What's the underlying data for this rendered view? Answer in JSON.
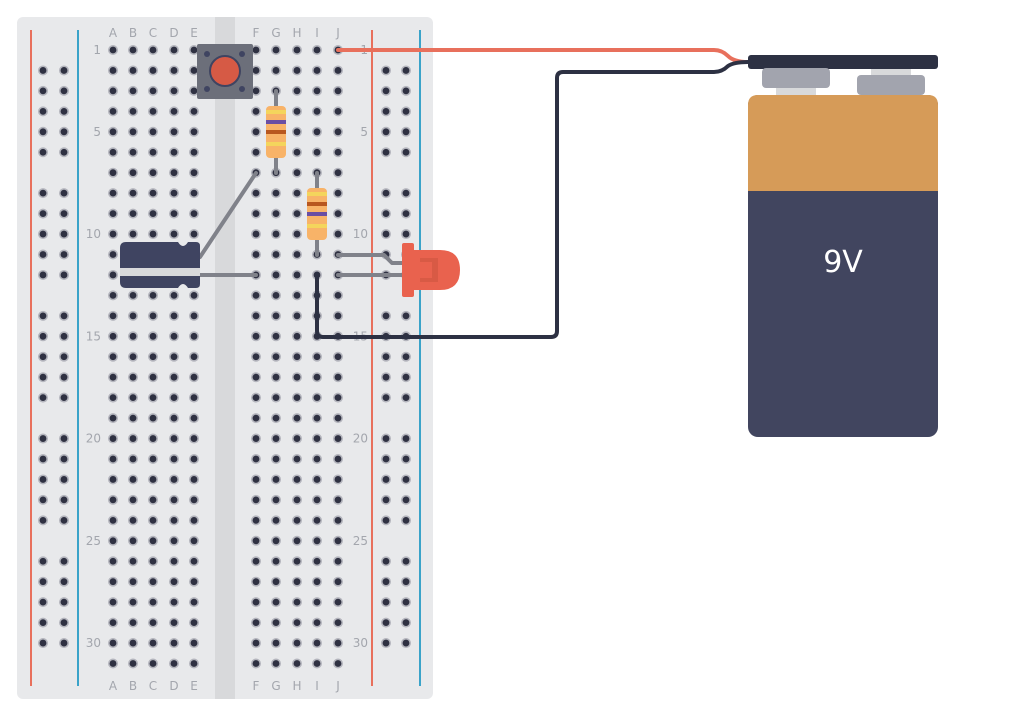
{
  "breadboard": {
    "columns_left": [
      "A",
      "B",
      "C",
      "D",
      "E"
    ],
    "columns_right": [
      "F",
      "G",
      "H",
      "I",
      "J"
    ],
    "row_count": 31,
    "row_numbers": [
      "1",
      "5",
      "10",
      "15",
      "20",
      "25",
      "30"
    ],
    "colors": {
      "board": "#e8e9eb",
      "channel": "#d8d9db",
      "hole": "#2f3142",
      "hole_ring": "#b4b5bd",
      "rail_pos": "#e8705c",
      "rail_neg": "#3aa3c9",
      "label": "#a3a6ad"
    }
  },
  "components": {
    "pushbutton": {
      "label": "push button",
      "color": "#d65a45",
      "body": "#6c6f7a"
    },
    "resistor_1": {
      "label": "resistor",
      "bands": [
        "#f4d55c",
        "#6a4ea3",
        "#b8571f",
        "#f4d55c"
      ]
    },
    "resistor_2": {
      "label": "resistor",
      "bands": [
        "#f4d55c",
        "#b8571f",
        "#6a4ea3",
        "#f4d55c"
      ]
    },
    "capacitor": {
      "label": "electrolytic capacitor",
      "body": "#3f4461",
      "stripe": "#d8d9db"
    },
    "led": {
      "label": "LED",
      "color": "#e9624e",
      "lens": "#d65a45"
    },
    "battery": {
      "label": "9V",
      "top_color": "#d69b58",
      "body_color": "#41455f",
      "clip_color": "#2d3143",
      "terminal_color": "#a2a4ae"
    }
  },
  "wires": {
    "positive": "#e8705c",
    "negative": "#2d3143",
    "jumper": "#80828a"
  }
}
